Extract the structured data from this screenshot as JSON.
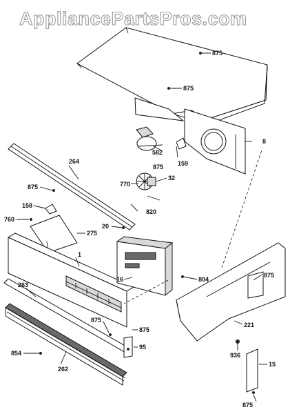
{
  "watermark": "AppliancePartsPros.com",
  "labels": {
    "p875a": "875",
    "p875b": "875",
    "p875c": "875",
    "p875d": "875",
    "p875e": "875",
    "p875f": "875",
    "p875g": "875",
    "p875h": "875",
    "p8": "8",
    "p582": "582",
    "p159": "159",
    "p32": "32",
    "p770": "770",
    "p820": "820",
    "p264": "264",
    "p158": "158",
    "p760": "760",
    "p275": "275",
    "p20": "20",
    "p1": "1",
    "p16": "16",
    "p804": "804",
    "p263": "263",
    "p221": "221",
    "p95": "95",
    "p854": "854",
    "p936": "936",
    "p262": "262",
    "p15": "15"
  }
}
